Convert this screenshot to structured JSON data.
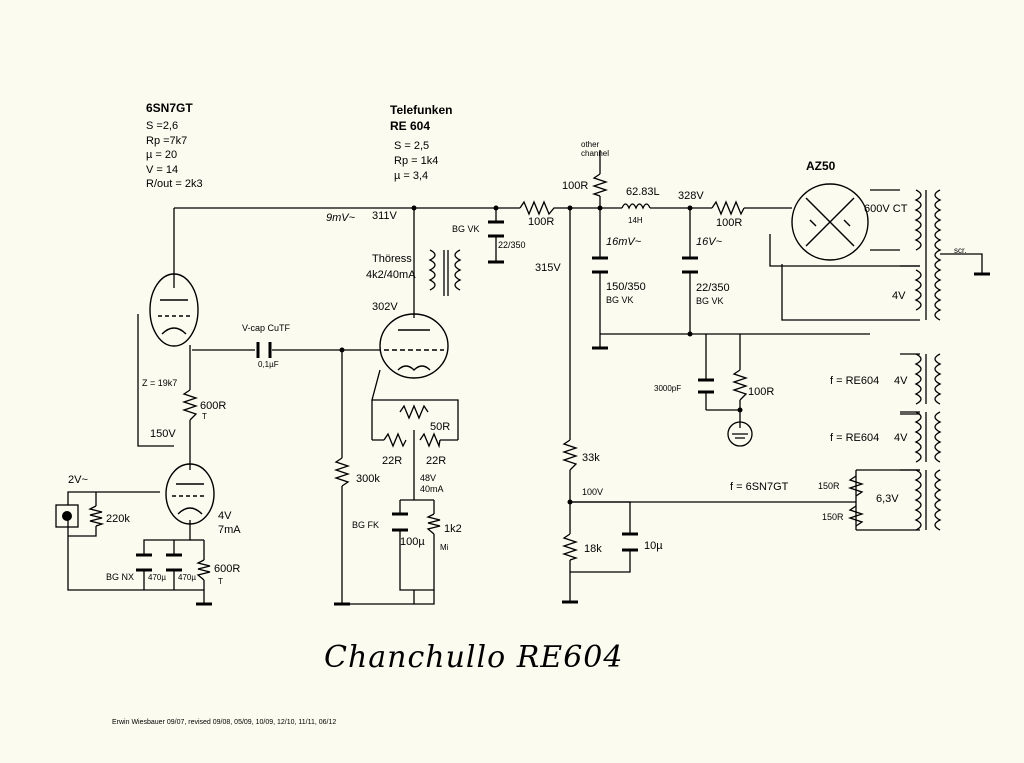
{
  "tube1": {
    "name": "6SN7GT",
    "s": "S =2,6",
    "rp": "Rp =7k7",
    "mu": "µ = 20",
    "v": "V = 14",
    "rout": "R/out = 2k3"
  },
  "tube2": {
    "brand": "Telefunken",
    "name": "RE 604",
    "s": "S = 2,5",
    "rp": "Rp = 1k4",
    "mu": "µ = 3,4"
  },
  "labels": {
    "sig9mv": "9mV~",
    "v311": "311V",
    "bgvk1": "BG VK",
    "cap22_350a": "22/350",
    "r100a": "100R",
    "v315": "315V",
    "other1": "other",
    "other2": "channel",
    "r100b": "100R",
    "ind": "62.83L",
    "ind14h": "14H",
    "v328": "328V",
    "r100c": "100R",
    "sig16": "16mV~",
    "sig16b": "16V~",
    "cap150": "150/350",
    "bgvk2": "BG VK",
    "cap22_350b": "22/350",
    "bgvk3": "BG VK",
    "az50": "AZ50",
    "v600": "600V CT",
    "scr": "scr.",
    "v4a": "4V",
    "thoress1": "Thöress",
    "thoress2": "4k2/40mA",
    "v302": "302V",
    "vcap": "V-cap CuTF",
    "cap01": "0,1µF",
    "z": "Z = 19k7",
    "r600a": "600R",
    "t1": "T",
    "v150": "150V",
    "r50": "50R",
    "r22a": "22R",
    "r22b": "22R",
    "v48": "48V",
    "ma40": "40mA",
    "r300k": "300k",
    "bgfk": "BG FK",
    "r1k2": "1k2",
    "mi": "Mi",
    "cap100u": "100µ",
    "in2v": "2V~",
    "r220k": "220k",
    "v4b": "4V",
    "ma7": "7mA",
    "bgnx": "BG NX",
    "c470a": "470µ",
    "c470b": "470µ",
    "r600b": "600R",
    "t2": "T",
    "c3000": "3000pF",
    "r100d": "100R",
    "fre1": "f = RE604",
    "fre1v": "4V",
    "fre2": "f = RE604",
    "fre2v": "4V",
    "r33k": "33k",
    "v100": "100V",
    "f6sn": "f = 6SN7GT",
    "r150a": "150R",
    "r150b": "150R",
    "v63": "6,3V",
    "r18k": "18k",
    "c10u": "10µ"
  },
  "title": "Chanchullo RE604",
  "footer": "Erwin Wiesbauer 09/07, revised 09/08, 05/09, 10/09, 12/10, 11/11, 06/12"
}
